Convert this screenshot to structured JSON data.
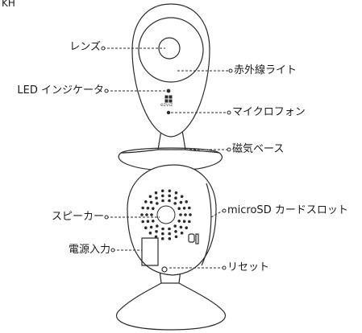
{
  "header": {
    "partial_text": "KH"
  },
  "front_view": {
    "logo_text": "ezviz",
    "labels": {
      "lens": "レンズ",
      "ir_light": "赤外線ライト",
      "led_indicator": "LED インジケータ",
      "microphone": "マイクロフォン",
      "magnetic_base": "磁気ベース"
    }
  },
  "back_view": {
    "labels": {
      "speaker": "スピーカー",
      "microsd_slot": "microSD カードスロット",
      "reset": "リセット",
      "power_input": "電源入力"
    }
  },
  "colors": {
    "stroke": "#2b2b2b",
    "text": "#1a1a1a",
    "background": "#ffffff"
  }
}
